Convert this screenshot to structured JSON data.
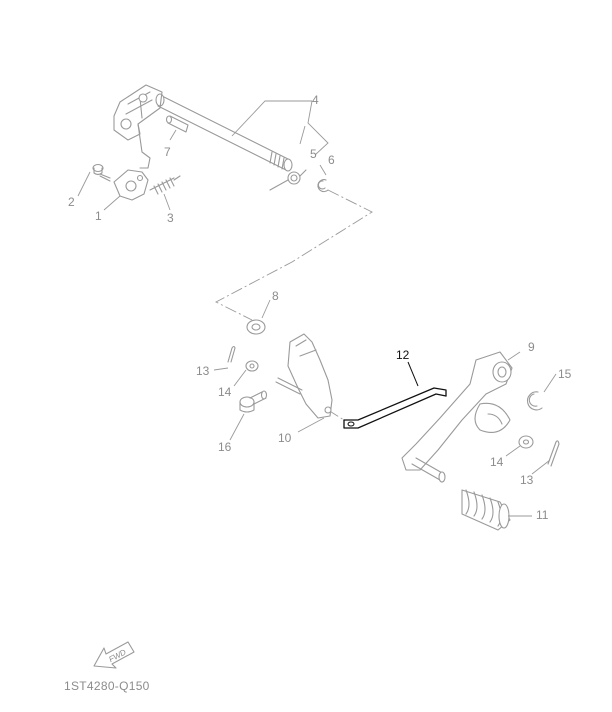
{
  "callouts": {
    "p1": "1",
    "p2": "2",
    "p3": "3",
    "p4": "4",
    "p5": "5",
    "p6": "6",
    "p7": "7",
    "p8": "8",
    "p9": "9",
    "p10": "10",
    "p11": "11",
    "p12": "12",
    "p13a": "13",
    "p13b": "13",
    "p14a": "14",
    "p14b": "14",
    "p15": "15",
    "p16": "16"
  },
  "fwd_label": "FWD",
  "diagram_code": "1ST4280-Q150",
  "colors": {
    "line": "#9a9a9a",
    "highlight": "#111111",
    "text": "#8c8c8c"
  }
}
